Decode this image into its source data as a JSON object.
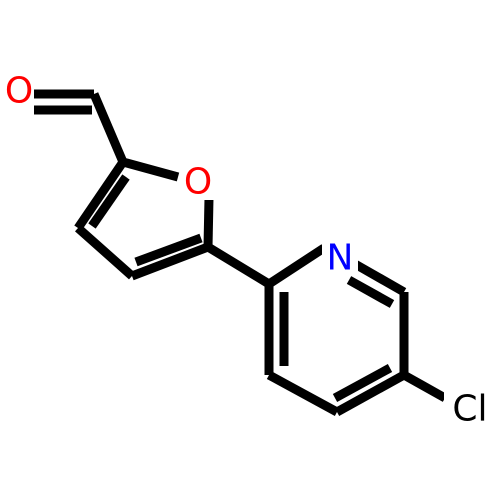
{
  "molecule": {
    "atoms": {
      "oxygen_carbonyl": {
        "label": "O",
        "color": "#ff0000"
      },
      "oxygen_ring": {
        "label": "O",
        "color": "#ff0000"
      },
      "nitrogen": {
        "label": "N",
        "color": "#0000ff"
      },
      "chlorine": {
        "label": "Cl",
        "color": "#000000"
      }
    }
  }
}
